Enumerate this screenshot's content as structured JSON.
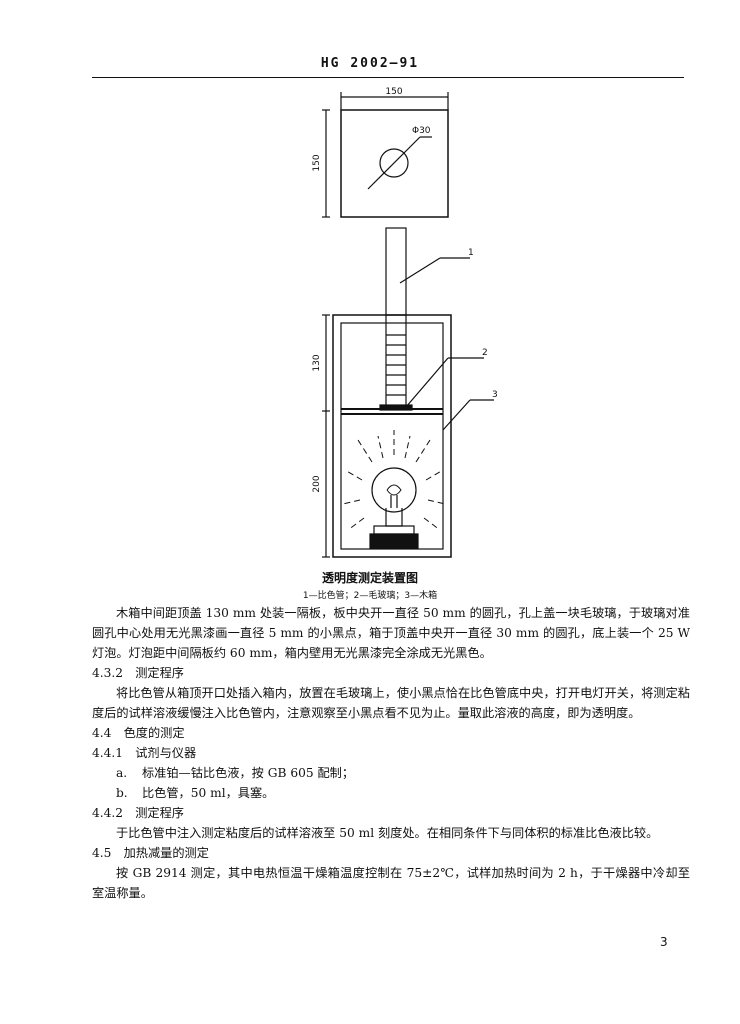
{
  "header": {
    "code": "HG 2002—91"
  },
  "figure": {
    "dims": {
      "top_width": "150",
      "top_height": "150",
      "hole_dia": "Φ30",
      "upper_height": "130",
      "lower_height": "200"
    },
    "callouts": [
      "1",
      "2",
      "3"
    ],
    "caption": "透明度测定装置图",
    "legend": "1—比色管；2—毛玻璃；3—木箱"
  },
  "body": {
    "p1": "木箱中间距顶盖 130 mm 处装一隔板，板中央开一直径 50 mm 的圆孔，孔上盖一块毛玻璃，于玻璃对准圆孔中心处用无光黑漆画一直径 5 mm 的小黑点，箱于顶盖中央开一直径 30 mm 的圆孔，底上装一个 25 W 灯泡。灯泡距中间隔板约 60 mm，箱内壁用无光黑漆完全涂成无光黑色。",
    "h432": "4.3.2　测定程序",
    "p2": "将比色管从箱顶开口处插入箱内，放置在毛玻璃上，使小黑点恰在比色管底中央，打开电灯开关，将测定粘度后的试样溶液缓慢注入比色管内，注意观察至小黑点看不见为止。量取此溶液的高度，即为透明度。",
    "h44": "4.4　色度的测定",
    "h441": "4.4.1　试剂与仪器",
    "item_a_key": "a.",
    "item_a": "标准铂—钴比色液，按 GB 605 配制；",
    "item_b_key": "b.",
    "item_b": "比色管，50 ml，具塞。",
    "h442": "4.4.2　测定程序",
    "p3": "于比色管中注入测定粘度后的试样溶液至 50 ml 刻度处。在相同条件下与同体积的标准比色液比较。",
    "h45": "4.5　加热减量的测定",
    "p4": "按 GB 2914 测定，其中电热恒温干燥箱温度控制在 75±2℃，试样加热时间为 2 h，于干燥器中冷却至室温称量。"
  },
  "page_number": "3"
}
